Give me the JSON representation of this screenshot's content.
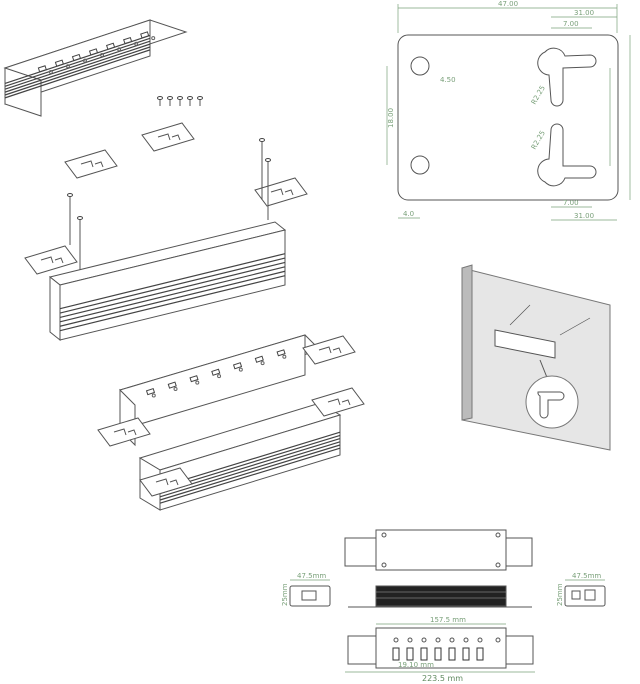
{
  "plate_drawing": {
    "width_label": "47.00",
    "slot_offset_label": "31.00",
    "slot_inner_label": "7.00",
    "hole_diameter_label": "4.50",
    "hole_spacing_label": "18.00",
    "edge_offset_label": "4.0",
    "bottom_slot_offset_label": "31.00",
    "bottom_slot_inner_label": "7.00",
    "slot_angle_label_top": "R2.25",
    "slot_angle_label_bottom": "R2.25"
  },
  "orthographic_views": {
    "left_end_width": "47.5mm",
    "left_end_height": "25mm",
    "right_end_width": "47.5mm",
    "right_end_height": "25mm",
    "body_length": "157.5 mm",
    "port_pitch": "19.10 mm",
    "overall_length": "223.5 mm"
  },
  "colors": {
    "line": "#555555",
    "dimension": "#7aa07a",
    "wall": "#d9d9d9"
  }
}
